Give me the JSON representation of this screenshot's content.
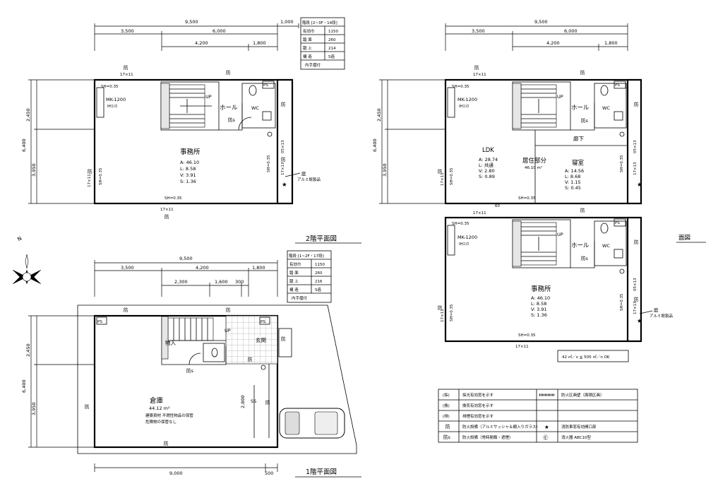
{
  "plans": {
    "f2": {
      "dims_top": [
        "9,500",
        "1,000",
        "3,500",
        "6,000",
        "4,200",
        "1,800"
      ],
      "dims_left": [
        "2,450",
        "6,400",
        "3,950"
      ],
      "labels": {
        "office": "事務所",
        "hall": "ホール",
        "wc": "WC",
        "ps": "PS",
        "up": "UP",
        "mk": "MK-1200",
        "mk_sub": "IHｺﾝﾛ",
        "bou": "防",
        "bou_s": "防s",
        "win_top": "17×11",
        "win_bottom": "17×11",
        "sh_top": "SH=0.35",
        "sh_bottom": "SH=0.35",
        "sh_left": "SH=0.35",
        "sh_right": "SH=0.35",
        "win_left": "17×11",
        "win_right_a": "05×13",
        "win_right_b": "17×13",
        "star": "★",
        "garden": "庭",
        "garden_sub": "アルミ既製品",
        "stats": [
          "A: 46.10",
          "L: 8.58",
          "V: 3.91",
          "S: 1.36"
        ]
      },
      "spec": [
        [
          "階段 [2~3F・14段]",
          ""
        ],
        [
          "有効巾",
          "1150"
        ],
        [
          "踏 面",
          "260"
        ],
        [
          "蹴 上",
          "214"
        ],
        [
          "構 造",
          "S造"
        ],
        [
          "内手摺付",
          ""
        ]
      ],
      "title": "2階平面図"
    },
    "f1": {
      "dims_top": [
        "9,500",
        "3,500",
        "4,200",
        "1,800",
        "2,300",
        "1,600",
        "300"
      ],
      "dims_left": [
        "2,450",
        "6,400",
        "3,950"
      ],
      "dims_bottom": [
        "9,000",
        "500"
      ],
      "dims_inner": [
        "2,800",
        "SS"
      ],
      "labels": {
        "warehouse": "倉庫",
        "area": "44.12 m²",
        "note1": "建築資材 不燃性物品の保管",
        "note2": "危険物の保管なし",
        "storage": "物入",
        "entrance": "玄関",
        "ps_a": "PS",
        "ps_b": "PS",
        "up": "UP",
        "bou": "防",
        "bou_s": "防s"
      },
      "spec": [
        [
          "階段 [1~2F・17段]",
          ""
        ],
        [
          "有効巾",
          "1150"
        ],
        [
          "踏 面",
          "260"
        ],
        [
          "蹴 上",
          "216"
        ],
        [
          "構 造",
          "S造"
        ],
        [
          "内手摺付",
          ""
        ]
      ],
      "title": "1階平面図"
    },
    "f3": {
      "dims_top": [
        "9,500",
        "3,500",
        "6,000",
        "4,200",
        "1,800"
      ],
      "dims_left": [
        "2,450",
        "6,400",
        "3,950"
      ],
      "labels": {
        "ldk": "LDK",
        "ldk_stats": [
          "A: 28.74",
          "L: 共通",
          "V: 2.80",
          "S: 0.89"
        ],
        "living": "居住部分",
        "living_area": "46.10 m²",
        "bedroom": "寝室",
        "bed_stats": [
          "A: 14.56",
          "L: 8.68",
          "V: 1.15",
          "S: 0.45"
        ],
        "corridor": "廊下",
        "hall": "ホール",
        "wc": "WC",
        "ps": "PS",
        "up": "UP",
        "mk": "MK-1200",
        "mk_sub": "IHｺﾝﾛ",
        "bou": "防",
        "bou_s": "防s",
        "sh": "SH=0.35",
        "win": "17×11",
        "win_b": "05×13",
        "win_c": "17×13",
        "mid_dim": "60"
      }
    },
    "f2b": {
      "labels": {
        "office": "事務所",
        "hall": "ホール",
        "wc": "WC",
        "ps": "PS",
        "up": "UP",
        "mk": "MK-1200",
        "mk_sub": "IHｺﾝﾛ",
        "bou": "防",
        "bou_s": "防s",
        "sh": "SH=0.35",
        "win": "17×11",
        "win_b": "05×13",
        "win_c": "17×13",
        "star": "★",
        "garden": "庭",
        "garden_sub": "アルミ既製品",
        "stats": [
          "A: 46.10",
          "L: 8.58",
          "V: 3.91",
          "S: 1.36"
        ],
        "cut_title": "面図",
        "note": "42 ㎡／x ≦ 500 ㎡／n  OK"
      }
    }
  },
  "compass": {
    "north": "N"
  },
  "legend": {
    "rows": [
      [
        "(採)",
        "採光有効窓を示す",
        "",
        "防火区画壁（面積区画）"
      ],
      [
        "(換)",
        "換気有効窓を示す",
        "",
        ""
      ],
      [
        "(排)",
        "排煙有効窓を示す",
        "",
        ""
      ],
      [
        "防",
        "防火設備（アルミサッシャ＆網入りガラス）",
        "★",
        "消防車窓有効開口部"
      ],
      [
        "防s",
        "防火設備（常時閉鎖・遮煙）",
        "Ⓔ",
        "消火器 ABC10型"
      ]
    ]
  }
}
